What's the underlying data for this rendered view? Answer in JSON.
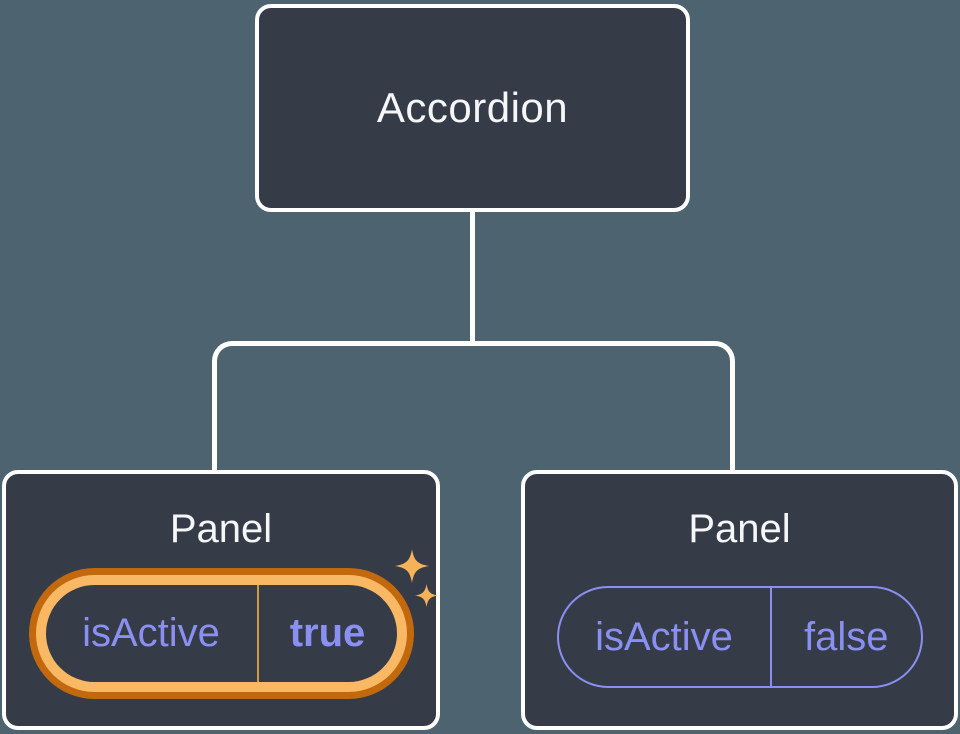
{
  "diagram": {
    "root": {
      "label": "Accordion"
    },
    "children": [
      {
        "label": "Panel",
        "state": {
          "name": "isActive",
          "value": "true"
        },
        "highlighted": true,
        "badge_icon": "sparkles-icon"
      },
      {
        "label": "Panel",
        "state": {
          "name": "isActive",
          "value": "false"
        },
        "highlighted": false
      }
    ]
  },
  "colors": {
    "background": "#4d6470",
    "node-fill": "#353b47",
    "node-border": "#ffffff",
    "text": "#f5f6f8",
    "purple": "#8a90f2",
    "orange-dark": "#c2690e",
    "orange-light": "#f9b863",
    "gold-divider": "#d09a43",
    "sparkle": "#f6b258"
  }
}
